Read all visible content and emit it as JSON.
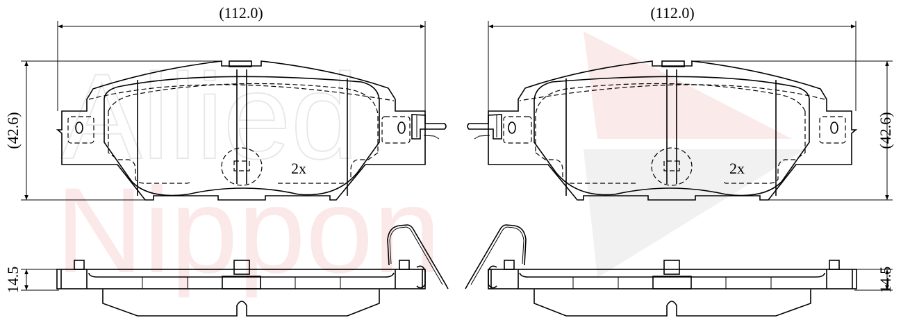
{
  "watermark": {
    "line1": "Allied",
    "line2": "Nippon"
  },
  "left_pad": {
    "width_dim": "(112.0)",
    "height_dim": "(42.6)",
    "thickness_dim": "14.5",
    "quantity": "2x"
  },
  "right_pad": {
    "width_dim": "(112.0)",
    "height_dim": "(42.6)",
    "thickness_dim": "14.5",
    "quantity": "2x"
  },
  "colors": {
    "line": "#000000",
    "watermark_gray": "#e4e4e4",
    "watermark_pink": "#f8dcdc"
  }
}
